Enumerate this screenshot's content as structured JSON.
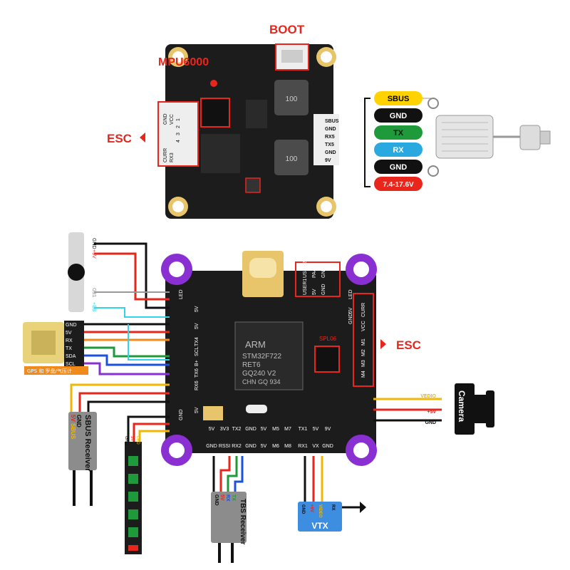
{
  "top_board": {
    "boot_label": "BOOT",
    "mpu_label": "MPU6000",
    "esc_label": "ESC",
    "esc_connector_pins": [
      "CURR",
      "RX3",
      "4",
      "3",
      "2",
      "1",
      "VCC",
      "GND"
    ],
    "receiver_pads": [
      "SBUS",
      "GND",
      "RX5",
      "TX5",
      "GND",
      "9V"
    ]
  },
  "receiver_legend": [
    {
      "label": "SBUS",
      "bg": "#ffd200",
      "fg": "#000000"
    },
    {
      "label": "GND",
      "bg": "#111111",
      "fg": "#ffffff"
    },
    {
      "label": "TX",
      "bg": "#1e9a3a",
      "fg": "#111111"
    },
    {
      "label": "RX",
      "bg": "#2aa9e0",
      "fg": "#ffffff"
    },
    {
      "label": "GND",
      "bg": "#111111",
      "fg": "#ffffff"
    },
    {
      "label": "7.4-17.6V",
      "bg": "#e8261c",
      "fg": "#ffffff"
    }
  ],
  "bottom_board": {
    "chip_text": [
      "ARM",
      "STM32F722",
      "RET6",
      "GQ240 V2",
      "CHN GQ 934"
    ],
    "usb_pads": [
      "USER2",
      "PA4",
      "GND",
      "USER1",
      "5V",
      "GND"
    ],
    "gyro_note": "SPL06",
    "esc_label": "ESC",
    "left_pads": [
      "LED",
      "5V",
      "5V",
      "TX4",
      "SCL",
      "B+",
      "TX6",
      "RX6",
      "5V",
      "GND"
    ],
    "right_pads": [
      "LED",
      "5V",
      "GND",
      "CURR",
      "VCC",
      "M1",
      "M2",
      "M3",
      "M4"
    ],
    "bottom_pads_top": [
      "5V",
      "3V3",
      "TX2",
      "GND",
      "5V",
      "M5",
      "M7",
      "TX1",
      "5V",
      "9V"
    ],
    "bottom_pads_bottom": [
      "GND",
      "RSSI",
      "RX2",
      "GND",
      "5V",
      "M6",
      "M8",
      "RX1",
      "VX",
      "GND"
    ]
  },
  "buzzer": {
    "labels": [
      "GND",
      "+5V",
      "G31",
      "+BB"
    ]
  },
  "gps": {
    "pins": [
      "GND",
      "5V",
      "RX",
      "TX",
      "SDA",
      "SCL"
    ],
    "caption": "GPS 和 罗盘/气压计"
  },
  "sbus_receiver": {
    "pins": [
      "GND",
      "5V",
      "SBUS"
    ],
    "name": "SBUS Receiver"
  },
  "led_strip": {
    "pins": [
      "GND",
      "5V",
      "LED"
    ]
  },
  "tbs_receiver": {
    "pins": [
      "GND",
      "5V",
      "RX",
      "TX"
    ],
    "name": "TBS Receiver"
  },
  "vtx": {
    "pins": [
      "GND",
      "+5V",
      "VIDEO",
      "RX"
    ],
    "name": "VTX"
  },
  "camera": {
    "wires": [
      "VEDIO",
      "+5V",
      "GND"
    ],
    "name": "Camera"
  },
  "colors": {
    "red_accent": "#e8261c",
    "board": "#1c1c1c",
    "mount": "#8a2fd2",
    "wire_red": "#e8261c",
    "wire_black": "#111111",
    "wire_yellow": "#f2b705",
    "wire_orange": "#f08a1c",
    "wire_green": "#1e9a3a",
    "wire_blue": "#1e50e0",
    "wire_cyan": "#33d4e8",
    "wire_purple": "#8a2fd2"
  }
}
